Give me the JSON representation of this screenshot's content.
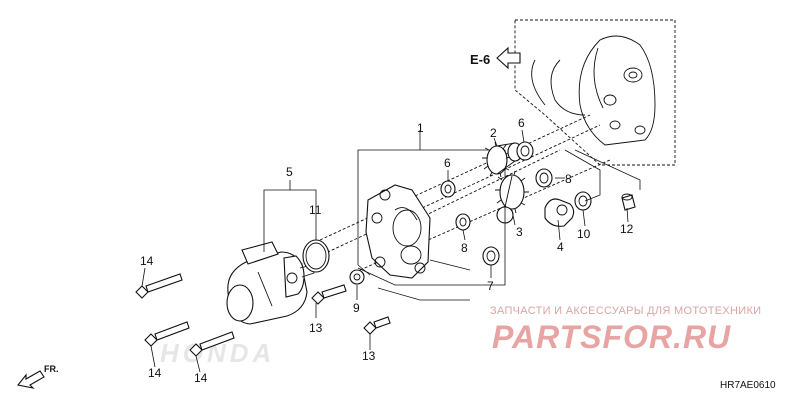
{
  "ref_label": "E-6",
  "callouts": [
    {
      "id": "c1",
      "text": "1"
    },
    {
      "id": "c2",
      "text": "2"
    },
    {
      "id": "c3",
      "text": "3"
    },
    {
      "id": "c4",
      "text": "4"
    },
    {
      "id": "c5",
      "text": "5"
    },
    {
      "id": "c6a",
      "text": "6"
    },
    {
      "id": "c6b",
      "text": "6"
    },
    {
      "id": "c7",
      "text": "7"
    },
    {
      "id": "c8a",
      "text": "8"
    },
    {
      "id": "c8b",
      "text": "8"
    },
    {
      "id": "c9",
      "text": "9"
    },
    {
      "id": "c10",
      "text": "10"
    },
    {
      "id": "c11",
      "text": "11"
    },
    {
      "id": "c12",
      "text": "12"
    },
    {
      "id": "c13a",
      "text": "13"
    },
    {
      "id": "c13b",
      "text": "13"
    },
    {
      "id": "c14a",
      "text": "14"
    },
    {
      "id": "c14b",
      "text": "14"
    },
    {
      "id": "c14c",
      "text": "14"
    }
  ],
  "watermark": {
    "tagline": "ЗАПЧАСТИ И АКСЕССУАРЫ ДЛЯ МОТОТЕХНИКИ",
    "logo": "PARTSFOR.RU"
  },
  "background_brand": "HONDA",
  "front_label": "FR.",
  "diagram_code": "HR7AE0610",
  "colors": {
    "line": "#111111",
    "watermark": "#e8a3a3",
    "background": "#ffffff"
  }
}
